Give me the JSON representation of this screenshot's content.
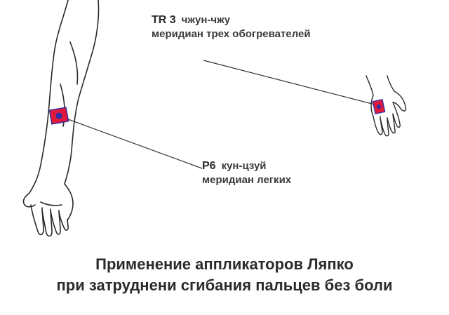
{
  "points": {
    "tr3": {
      "code": "TR 3",
      "name": "чжун-чжу",
      "meridian": "меридиан трех обогревателей"
    },
    "p6": {
      "code": "P6",
      "name": "кун-цзуй",
      "meridian": "меридиан легких"
    }
  },
  "caption": {
    "line1": "Применение аппликаторов Ляпко",
    "line2": "при затруднени сгибания пальцев без боли"
  },
  "colors": {
    "applicator_fill": "#e0193a",
    "applicator_center": "#2b2fa8",
    "outline": "#2a2a2a",
    "text": "#3a3a3a"
  }
}
